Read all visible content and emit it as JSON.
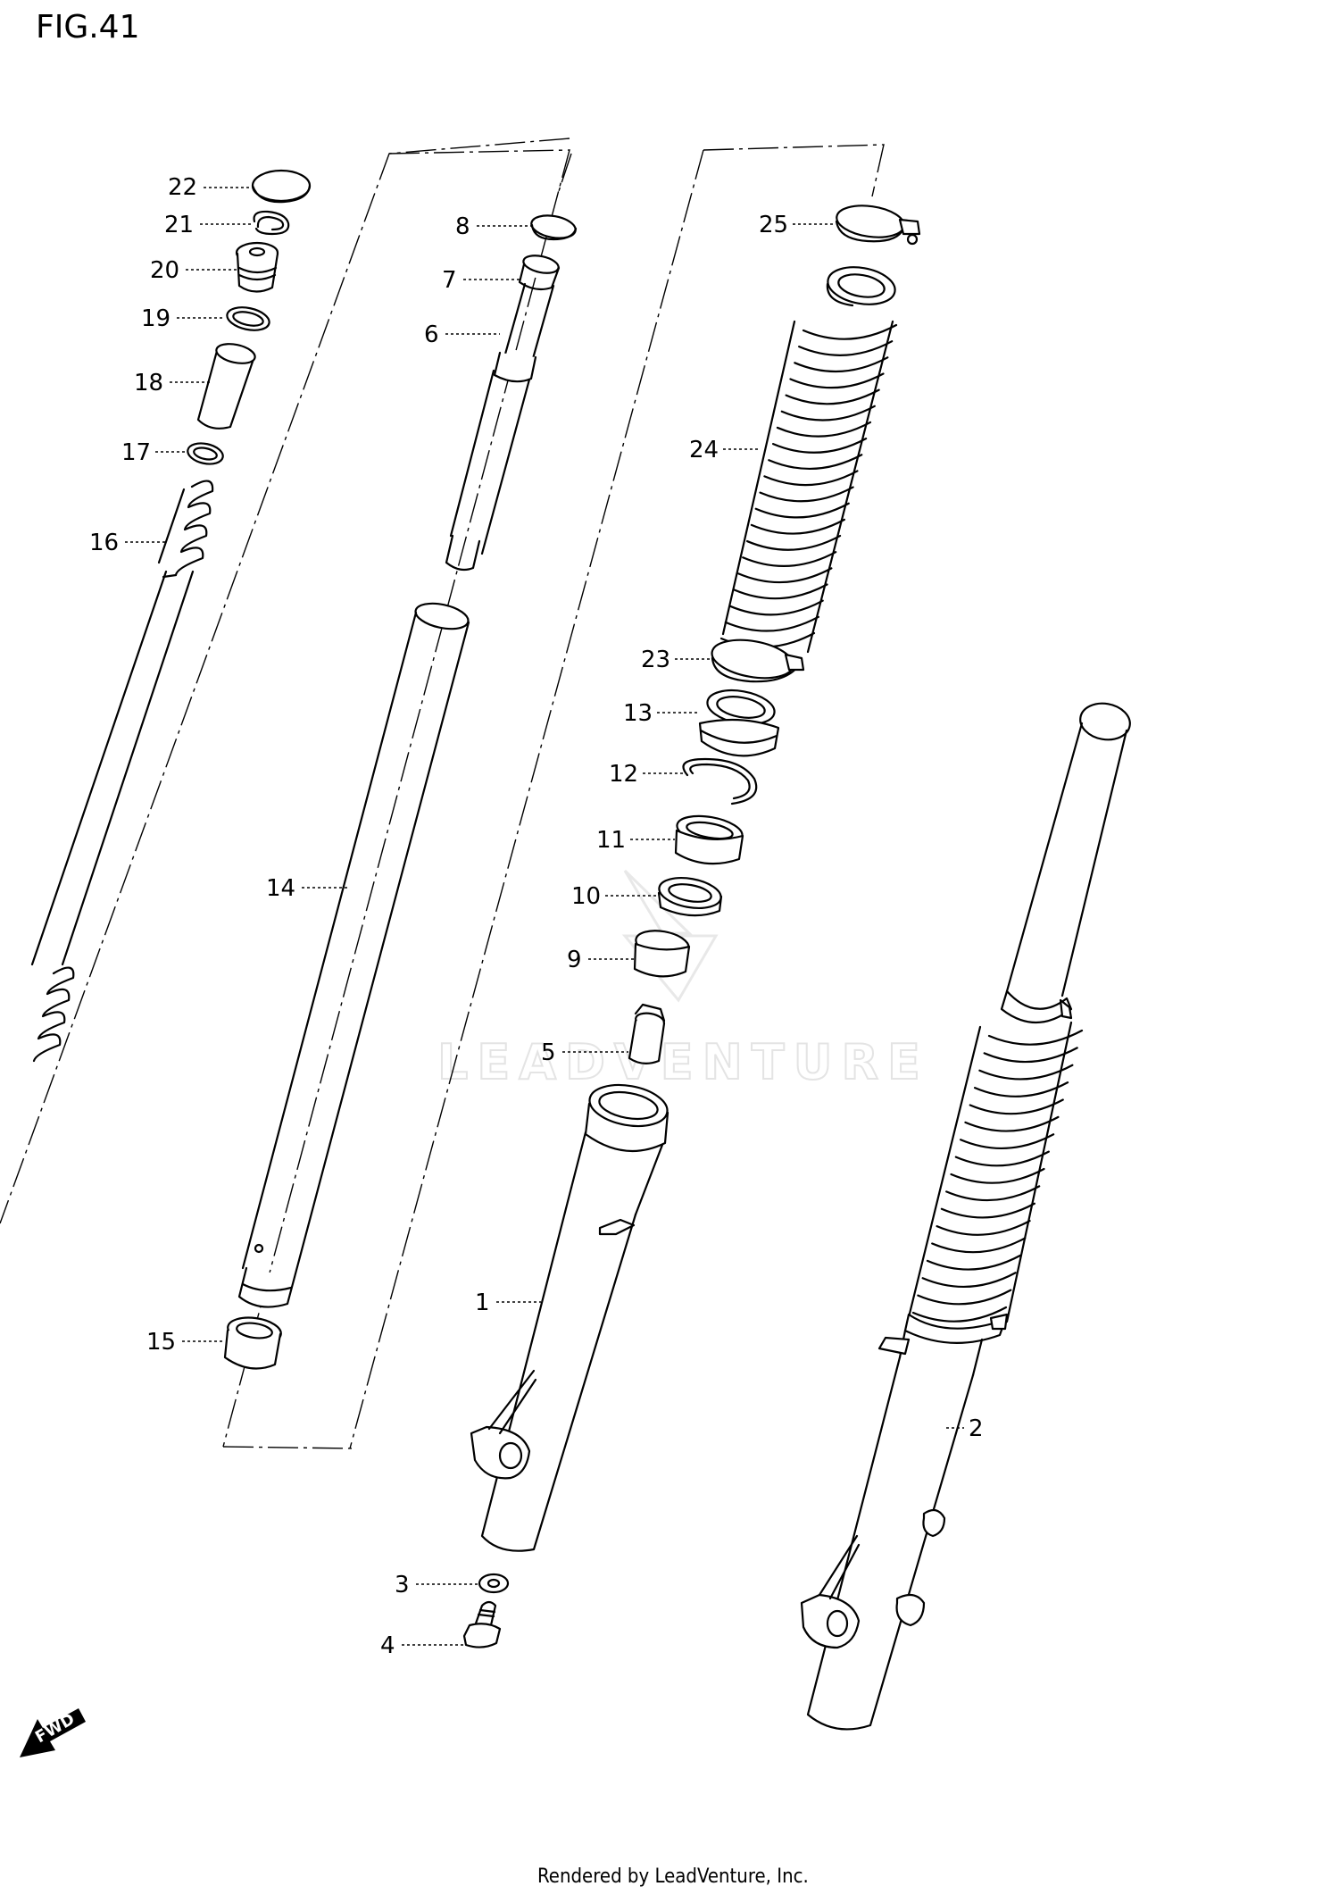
{
  "figure": {
    "title": "FIG.41"
  },
  "callouts": [
    "1",
    "2",
    "3",
    "4",
    "5",
    "6",
    "7",
    "8",
    "9",
    "10",
    "11",
    "12",
    "13",
    "14",
    "15",
    "16",
    "17",
    "18",
    "19",
    "20",
    "21",
    "22",
    "23",
    "24",
    "25"
  ],
  "direction_badge": {
    "label": "FWD",
    "icon": "fwd-arrow-icon"
  },
  "watermark": {
    "text": "LEADVENTURE",
    "icon": "leadventure-logo-icon"
  },
  "footer": {
    "text": "Rendered by LeadVenture, Inc."
  }
}
